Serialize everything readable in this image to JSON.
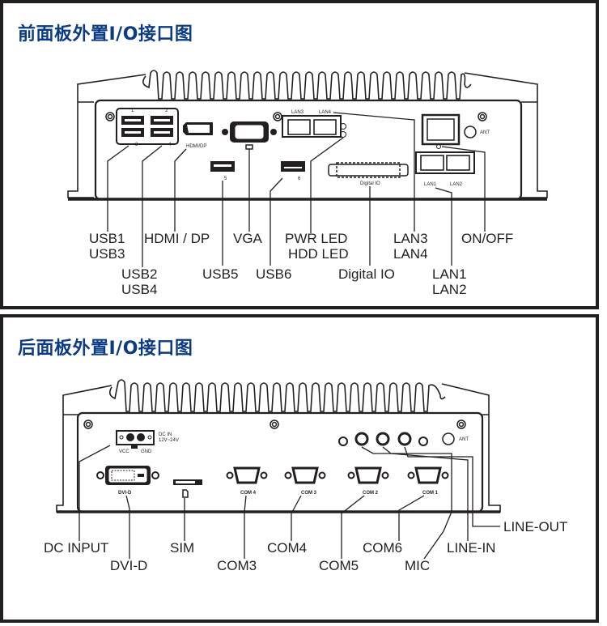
{
  "front_panel": {
    "title": "前面板外置I/O接口图",
    "device_labels": {
      "usb_top_1": "1",
      "usb_top_2": "2",
      "usb_bottom_3": "3",
      "usb_bottom_4": "4",
      "hdmi_dp": "HDMI/DP",
      "usb5": "5",
      "usb6": "6",
      "lan3": "LAN3",
      "lan4": "LAN4",
      "digital_io": "Digital IO",
      "lan1": "LAN1",
      "lan2": "LAN2",
      "ant": "ANT"
    },
    "callouts": [
      {
        "id": "usb1-usb3",
        "lines": [
          "USB1",
          "USB3"
        ]
      },
      {
        "id": "usb2-usb4",
        "lines": [
          "USB2",
          "USB4"
        ]
      },
      {
        "id": "hdmi-dp",
        "lines": [
          "HDMI / DP"
        ]
      },
      {
        "id": "usb5",
        "lines": [
          "USB5"
        ]
      },
      {
        "id": "vga",
        "lines": [
          "VGA"
        ]
      },
      {
        "id": "usb6",
        "lines": [
          "USB6"
        ]
      },
      {
        "id": "pwr-hdd-led",
        "lines": [
          "PWR LED",
          "HDD LED"
        ]
      },
      {
        "id": "digital-io",
        "lines": [
          "Digital IO"
        ]
      },
      {
        "id": "lan3-lan4",
        "lines": [
          "LAN3",
          "LAN4"
        ]
      },
      {
        "id": "lan1-lan2",
        "lines": [
          "LAN1",
          "LAN2"
        ]
      },
      {
        "id": "on-off",
        "lines": [
          "ON/OFF"
        ]
      }
    ]
  },
  "rear_panel": {
    "title": "后面板外置I/O接口图",
    "device_labels": {
      "dc_in": "DC IN",
      "dc_range": "12V~24V",
      "vcc": "VCC",
      "gnd": "GND",
      "dvi": "DVI-D",
      "com4": "COM 4",
      "com3": "COM 3",
      "com2": "COM 2",
      "com1": "COM 1",
      "ant": "ANT"
    },
    "callouts": [
      {
        "id": "dc-input",
        "lines": [
          "DC INPUT"
        ]
      },
      {
        "id": "dvi-d",
        "lines": [
          "DVI-D"
        ]
      },
      {
        "id": "sim",
        "lines": [
          "SIM"
        ]
      },
      {
        "id": "com3",
        "lines": [
          "COM3"
        ]
      },
      {
        "id": "com4",
        "lines": [
          "COM4"
        ]
      },
      {
        "id": "com5",
        "lines": [
          "COM5"
        ]
      },
      {
        "id": "com6",
        "lines": [
          "COM6"
        ]
      },
      {
        "id": "mic",
        "lines": [
          "MIC"
        ]
      },
      {
        "id": "line-in",
        "lines": [
          "LINE-IN"
        ]
      },
      {
        "id": "line-out",
        "lines": [
          "LINE-OUT"
        ]
      }
    ]
  }
}
